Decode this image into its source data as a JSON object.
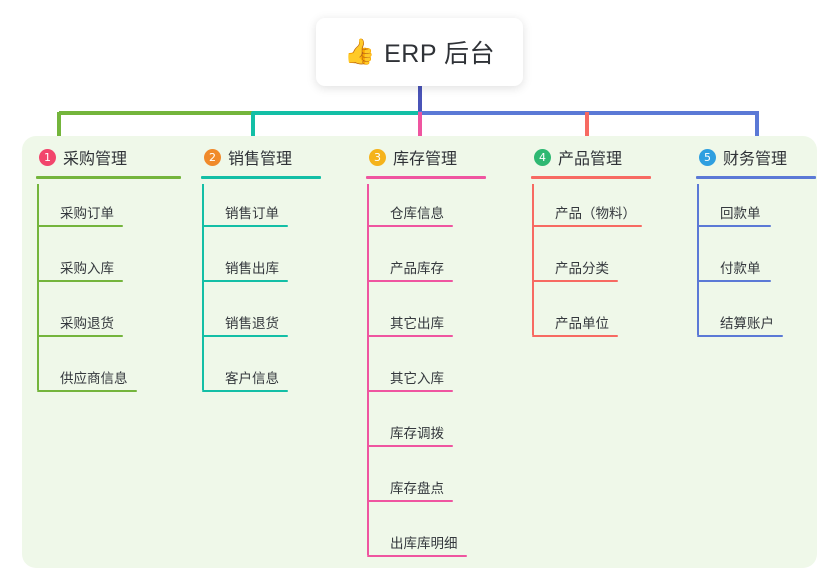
{
  "diagram": {
    "title_text": "ERP 后台",
    "root": {
      "icon": "thumbs-up-emoji",
      "emoji": "👍",
      "label": "ERP 后台"
    },
    "panel_color": "#eff8e9",
    "background_color": "#ffffff",
    "trunk_color": "#4a54b8",
    "branches": [
      {
        "index": "1",
        "label": "采购管理",
        "badge_color": "#f2456c",
        "line_color": "#74b53c",
        "rule_width": 145,
        "items": [
          {
            "label": "采购订单",
            "rule_width": 86
          },
          {
            "label": "采购入库",
            "rule_width": 86
          },
          {
            "label": "采购退货",
            "rule_width": 86
          },
          {
            "label": "供应商信息",
            "rule_width": 100
          }
        ]
      },
      {
        "index": "2",
        "label": "销售管理",
        "badge_color": "#f08a2b",
        "line_color": "#13bfa6",
        "rule_width": 120,
        "items": [
          {
            "label": "销售订单",
            "rule_width": 86
          },
          {
            "label": "销售出库",
            "rule_width": 86
          },
          {
            "label": "销售退货",
            "rule_width": 86
          },
          {
            "label": "客户信息",
            "rule_width": 86
          }
        ]
      },
      {
        "index": "3",
        "label": "库存管理",
        "badge_color": "#f5b31b",
        "line_color": "#ef55a0",
        "rule_width": 120,
        "items": [
          {
            "label": "仓库信息",
            "rule_width": 86
          },
          {
            "label": "产品库存",
            "rule_width": 86
          },
          {
            "label": "其它出库",
            "rule_width": 86
          },
          {
            "label": "其它入库",
            "rule_width": 86
          },
          {
            "label": "库存调拨",
            "rule_width": 86
          },
          {
            "label": "库存盘点",
            "rule_width": 86
          },
          {
            "label": "出库库明细",
            "rule_width": 100
          }
        ]
      },
      {
        "index": "4",
        "label": "产品管理",
        "badge_color": "#2eb872",
        "line_color": "#f76a62",
        "rule_width": 120,
        "items": [
          {
            "label": "产品（物料）",
            "rule_width": 110
          },
          {
            "label": "产品分类",
            "rule_width": 86
          },
          {
            "label": "产品单位",
            "rule_width": 86
          }
        ]
      },
      {
        "index": "5",
        "label": "财务管理",
        "badge_color": "#2e9fe0",
        "line_color": "#5b79d6",
        "rule_width": 120,
        "items": [
          {
            "label": "回款单",
            "rule_width": 74
          },
          {
            "label": "付款单",
            "rule_width": 74
          },
          {
            "label": "结算账户",
            "rule_width": 86
          }
        ]
      }
    ]
  }
}
